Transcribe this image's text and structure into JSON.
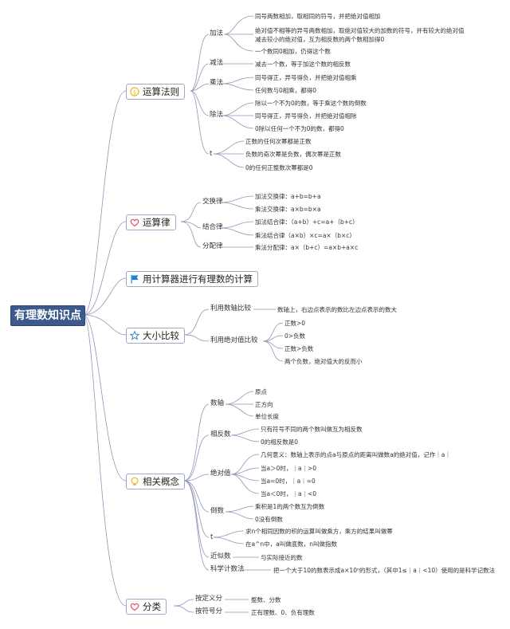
{
  "root": {
    "label": "有理数知识点"
  },
  "ops": {
    "title": "运算法则",
    "add": {
      "label": "加法",
      "r1": "同号两数相加，取相同的符号，并把绝对值相加",
      "r2a": "绝对值不相等的异号两数相加，取绝对值较大的加数的符号，并有较大的绝对值",
      "r2b": "减去较小的绝对值，互为相反数的两个数相加得0",
      "r3": "一个数同0相加，仍得这个数"
    },
    "sub": {
      "label": "减法",
      "r1": "减去一个数，等于加这个数的相反数"
    },
    "mul": {
      "label": "乘法",
      "r1": "同号得正，异号得负，并把绝对值相乘",
      "r2": "任何数与0相乘，都得0"
    },
    "div": {
      "label": "除法",
      "r1": "除以一个不为0的数，等于乘这个数的倒数",
      "r2": "同号得正，异号得负，并把绝对值相除",
      "r3": "0除以任何一个不为0的数，都得0"
    },
    "pow": {
      "label": "t",
      "r1": "正数的任何次幂都是正数",
      "r2": "负数的奇次幂是负数，偶次幂是正数",
      "r3": "0的任何正整数次幂都是0"
    }
  },
  "laws": {
    "title": "运算律",
    "comm": {
      "label": "交换律",
      "r1": "加法交换律：a+b=b+a",
      "r2": "乘法交换律：a×b=b×a"
    },
    "assoc": {
      "label": "结合律",
      "r1": "加法结合律：（a+b）+c=a+（b+c）",
      "r2": "乘法结合律（a×b）×c=a×（b×c）"
    },
    "dist": {
      "label": "分配律",
      "r1": "乘法分配律：a×（b+c）=a×b+a×c"
    }
  },
  "calc": {
    "title": "用计算器进行有理数的计算"
  },
  "compare": {
    "title": "大小比较",
    "axis": {
      "label": "利用数轴比较",
      "r1": "数轴上，右边点表示的数比左边点表示的数大"
    },
    "abs": {
      "label": "利用绝对值比较",
      "r1": "正数>0",
      "r2": "0>负数",
      "r3": "正数>负数",
      "r4": "两个负数，绝对值大的反而小"
    }
  },
  "concepts": {
    "title": "相关概念",
    "axis": {
      "label": "数轴",
      "r1": "原点",
      "r2": "正方向",
      "r3": "单位长度"
    },
    "opp": {
      "label": "相反数",
      "r1": "只有符号不同的两个数叫做互为相反数",
      "r2": "0的相反数是0"
    },
    "abs": {
      "label": "绝对值",
      "r1": "几何意义：数轴上表示的点a与原点的距离叫做数a的绝对值，记作｜a｜",
      "r2": "当a＞0时，｜a｜>0",
      "r3": "当a=0时，｜a｜=0",
      "r4": "当a＜0时，｜a｜<0"
    },
    "recip": {
      "label": "倒数",
      "r1": "乘积是1的两个数互为倒数",
      "r2": "0没有倒数"
    },
    "pow": {
      "label": "t",
      "r1": "求n个相同因数的积的运算叫做乘方，乘方的结果叫做幂",
      "r2": "在a^n中，a叫做底数，n叫做指数"
    },
    "approx": {
      "label": "近似数",
      "r1": "与实际接近的数"
    },
    "sci": {
      "label": "科学计数法",
      "r1": "把一个大于10的数表示成a×10ⁿ的形式，（其中1≤｜a｜<10）使用的是科学记数法"
    }
  },
  "classify": {
    "title": "分类",
    "def": {
      "label": "按定义分",
      "r1": "整数、分数"
    },
    "sign": {
      "label": "按符号分",
      "r1": "正有理数、0、负有理数"
    }
  },
  "colors": {
    "root": "#3d5a8f",
    "line": "#8e96b8",
    "heart": "#e0506a",
    "star": "#3a86c8",
    "flag": "#1f7fd6",
    "bulb": "#e8b820"
  },
  "icons": [
    "rule-icon",
    "heart-icon",
    "flag-icon",
    "star-icon",
    "bulb-icon"
  ]
}
